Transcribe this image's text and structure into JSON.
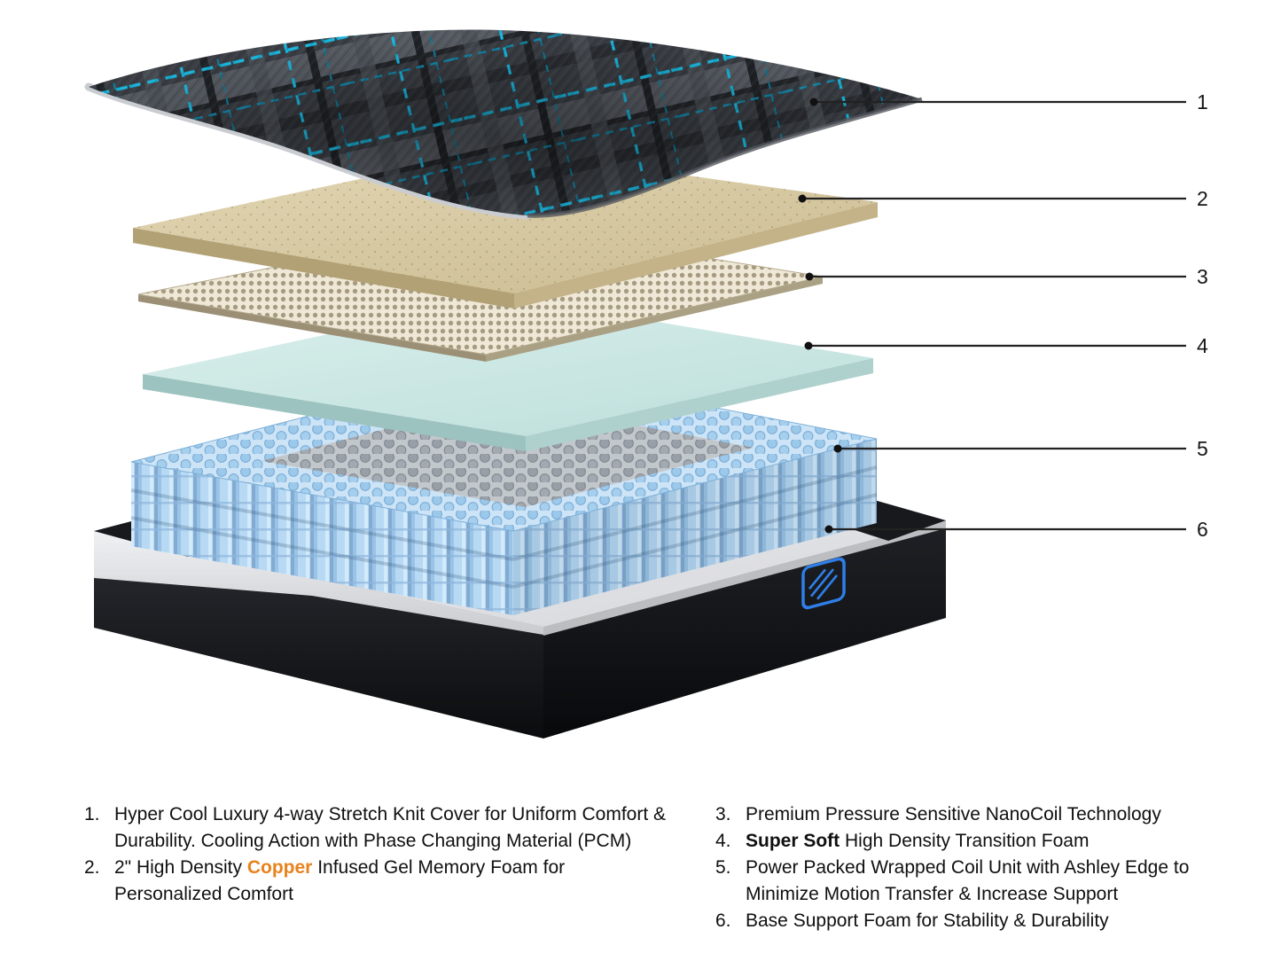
{
  "colors": {
    "copper": "#e8821c",
    "cover_accent_teal": "#19b6de",
    "coil_blue": "#a9cfee",
    "foam_tan": "#d8cba4",
    "transition_foam_blue": "#cfe9e6",
    "base_foam_green": "#cde9d8",
    "logo_blue": "#2f7fe8"
  },
  "icons": {
    "base_logo": "ashley-edge-logo"
  },
  "callouts": [
    "1",
    "2",
    "3",
    "4",
    "5",
    "6"
  ],
  "legend": {
    "left": [
      {
        "num": "1.",
        "segments": [
          {
            "text": "Hyper Cool Luxury 4-way Stretch Knit Cover for Uniform Comfort &\nDurability. Cooling Action with Phase Changing Material (PCM)"
          }
        ]
      },
      {
        "num": "2.",
        "segments": [
          {
            "text": "2\" High Density "
          },
          {
            "text": "Copper",
            "style": "copper"
          },
          {
            "text": " Infused Gel Memory Foam for\nPersonalized Comfort"
          }
        ]
      }
    ],
    "right": [
      {
        "num": "3.",
        "segments": [
          {
            "text": "Premium Pressure Sensitive NanoCoil Technology"
          }
        ]
      },
      {
        "num": "4.",
        "segments": [
          {
            "text": "Super Soft",
            "style": "bold"
          },
          {
            "text": " High Density Transition Foam"
          }
        ]
      },
      {
        "num": "5.",
        "segments": [
          {
            "text": "Power Packed Wrapped Coil Unit with Ashley Edge to\nMinimize Motion Transfer & Increase Support"
          }
        ]
      },
      {
        "num": "6.",
        "segments": [
          {
            "text": "Base Support Foam for Stability & Durability"
          }
        ]
      }
    ]
  }
}
